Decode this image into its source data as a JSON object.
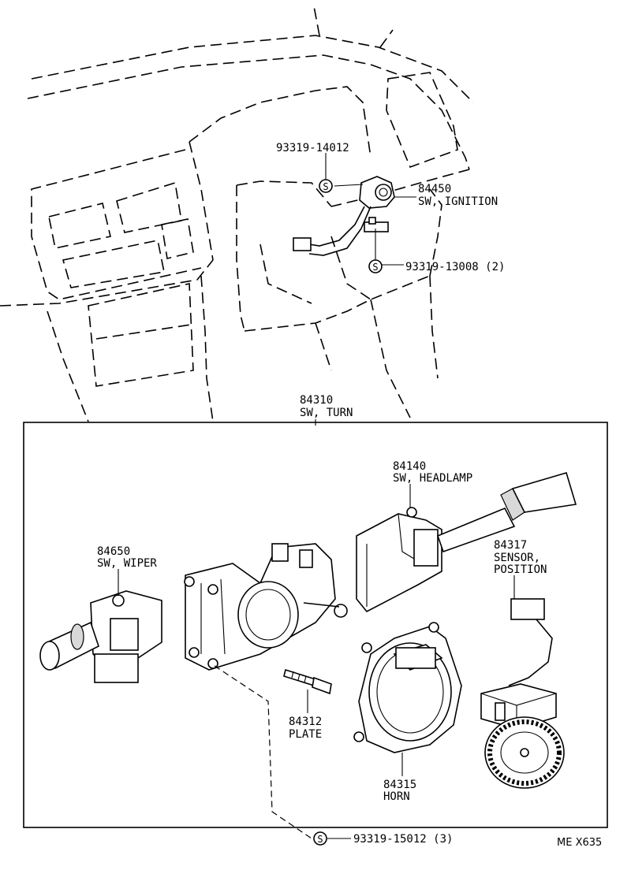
{
  "labels": {
    "bolt_ignition_top": "93319-14012",
    "ignition_num": "84450",
    "ignition_name": "SW, IGNITION",
    "bolt_ignition_bottom": "93319-13008 (2)",
    "turn_num": "84310",
    "turn_name": "SW, TURN",
    "headlamp_num": "84140",
    "headlamp_name": "SW, HEADLAMP",
    "wiper_num": "84650",
    "wiper_name": "SW, WIPER",
    "sensor_num": "84317",
    "sensor_name_1": "SENSOR,",
    "sensor_name_2": "POSITION",
    "plate_num": "84312",
    "plate_name": "PLATE",
    "horn_num": "84315",
    "horn_name": "HORN",
    "bolt_bottom": "93319-15012 (3)",
    "screw_symbol": "S",
    "figure_code": "ME X635"
  }
}
